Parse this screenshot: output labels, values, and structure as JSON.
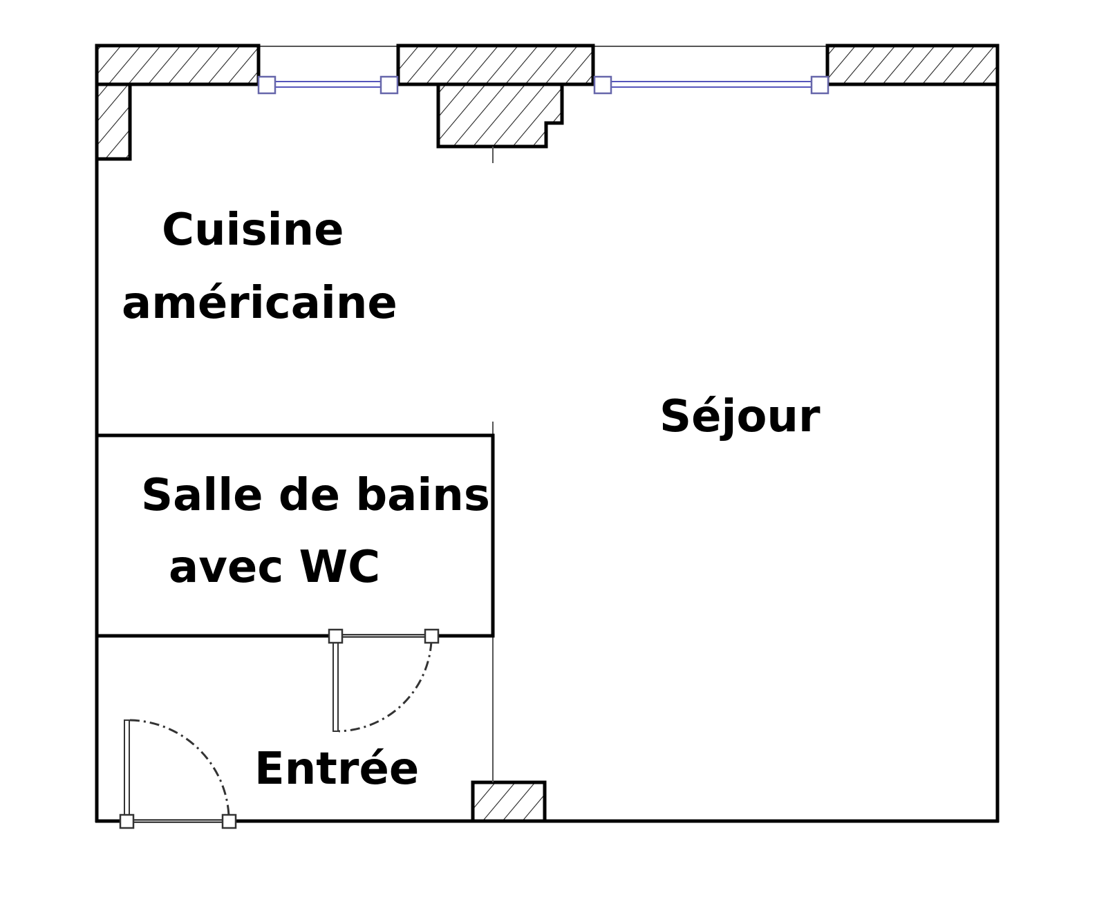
{
  "title": "Plan d'appartement",
  "rooms": {
    "kitchen_line1": "Cuisine",
    "kitchen_line2": "américaine",
    "living": "Séjour",
    "bath_line1": "Salle de bains",
    "bath_line2": "avec WC",
    "entrance": "Entrée"
  },
  "colors": {
    "walls": "#000000",
    "windows": "#5555bb"
  }
}
